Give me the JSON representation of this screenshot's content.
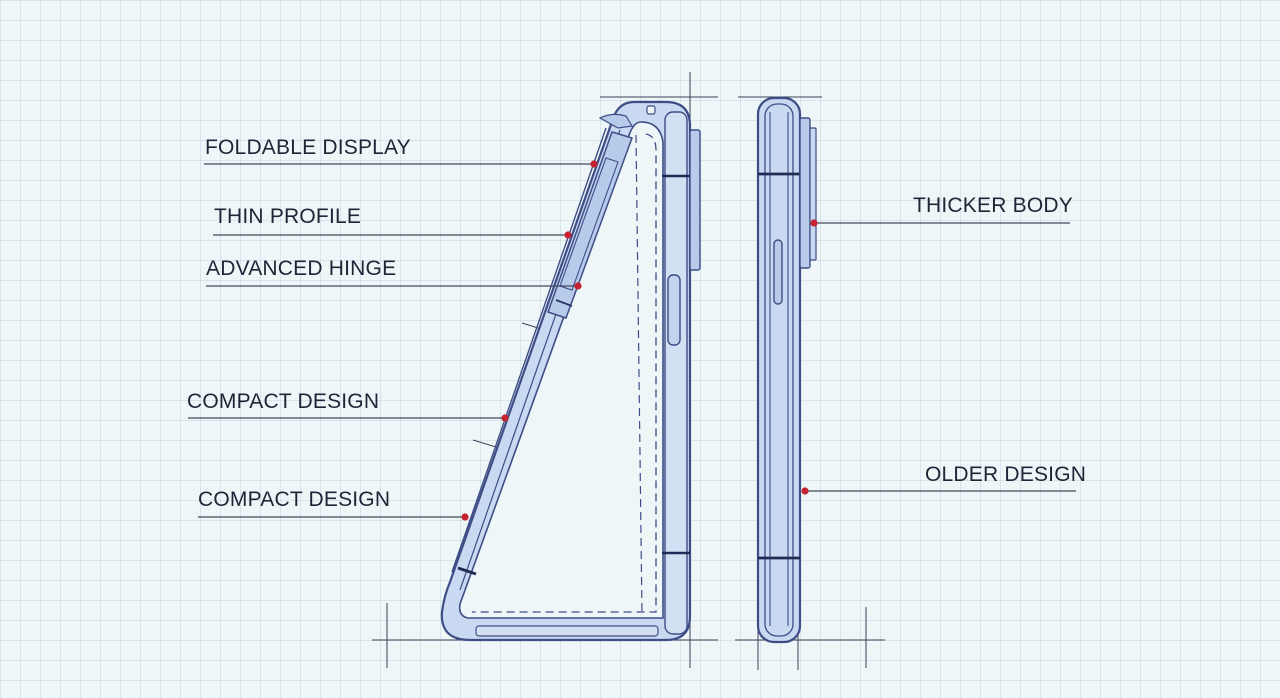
{
  "labels": {
    "foldable_display": "FOLDABLE DISPLAY",
    "thin_profile": "THIN PROFILE",
    "advanced_hinge": "ADVANCED HINGE",
    "compact_design_1": "COMPACT DESIGN",
    "compact_design_2": "COMPACT DESIGN",
    "thicker_body": "THICKER BODY",
    "older_design": "OLDER DESIGN"
  },
  "colors": {
    "background": "#eef6f8",
    "outline": "#3e4d86",
    "body_fill": "#c9d9f1",
    "leader_line": "#414a5c",
    "callout_dot": "#c62230",
    "label_text": "#1e2536"
  }
}
